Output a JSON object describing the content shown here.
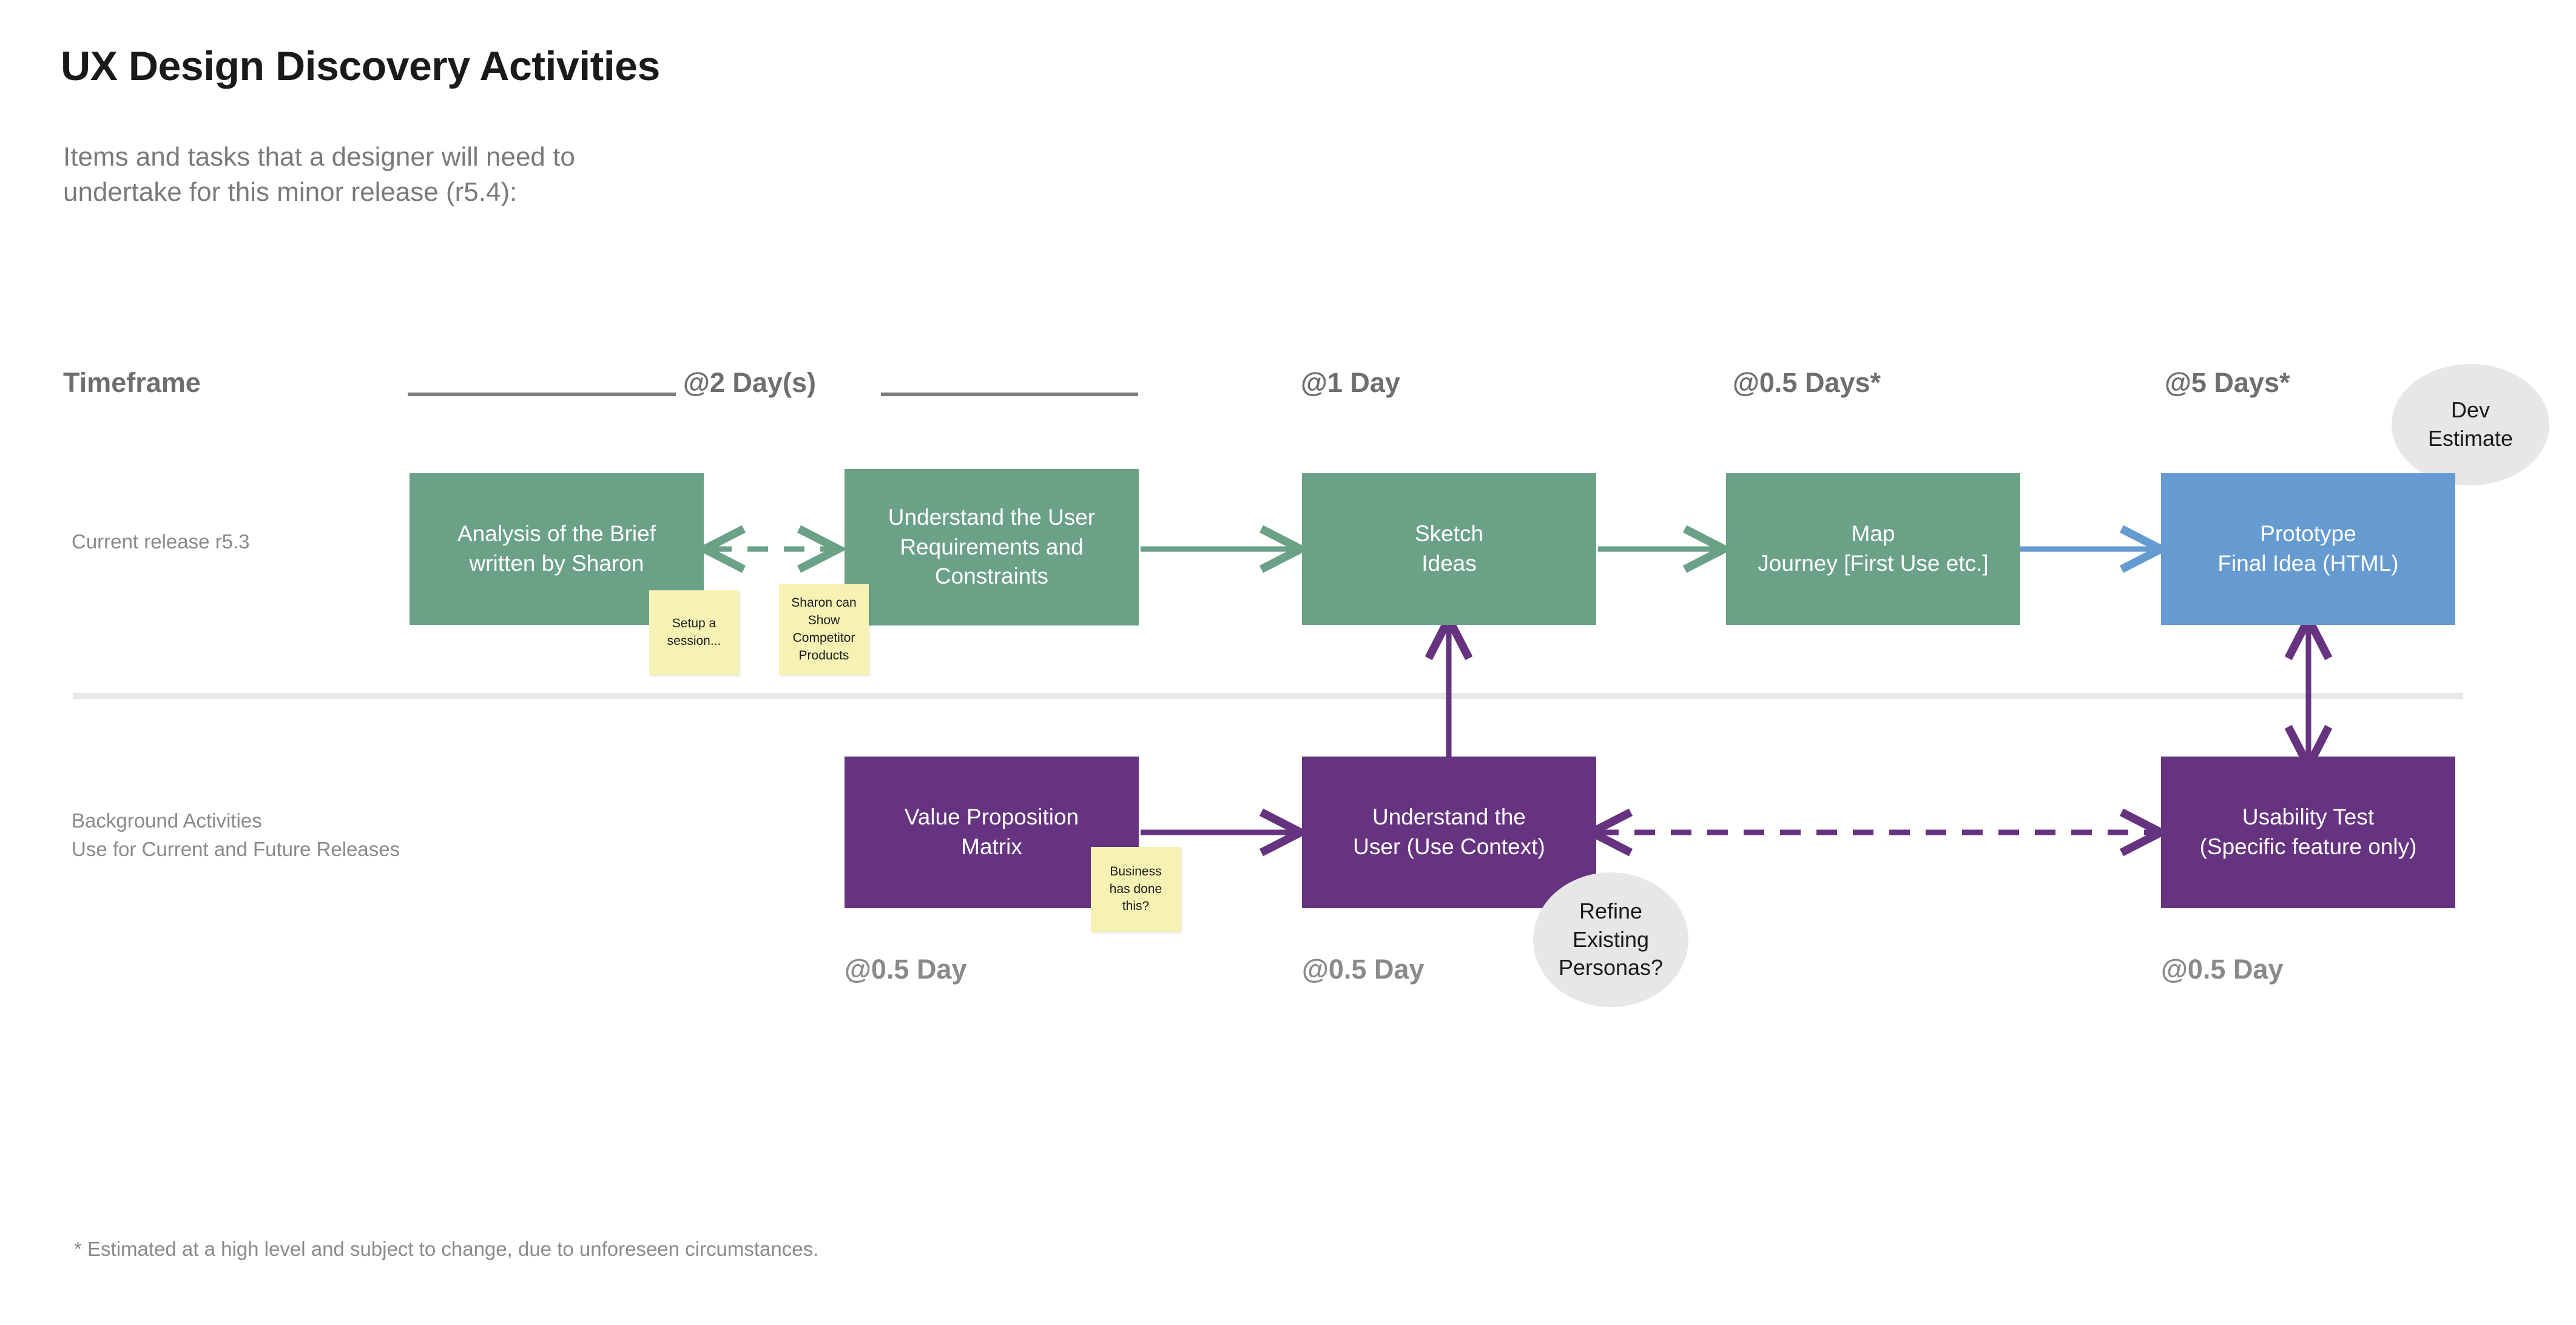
{
  "header": {
    "title": "UX Design Discovery Activities",
    "subtitle": "Items and tasks that a designer will need to\nundertake for this minor release (r5.4):"
  },
  "timeframe": {
    "label": "Timeframe",
    "markers": [
      {
        "text": "@2 Day(s)"
      },
      {
        "text": "@1 Day"
      },
      {
        "text": "@0.5 Days*"
      },
      {
        "text": "@5 Days*"
      }
    ]
  },
  "rows": {
    "current": {
      "label": "Current release r5.3"
    },
    "background": {
      "label": "Background Activities\nUse for Current and Future Releases"
    }
  },
  "boxes": {
    "analysis_brief": {
      "text": "Analysis of the Brief\nwritten by Sharon"
    },
    "understand_reqs": {
      "text": "Understand the User\nRequirements and\nConstraints"
    },
    "sketch_ideas": {
      "text": "Sketch\nIdeas"
    },
    "map_journey": {
      "text": "Map\nJourney [First Use etc.]"
    },
    "prototype": {
      "text": "Prototype\nFinal Idea (HTML)"
    },
    "value_prop_matrix": {
      "text": "Value Proposition\nMatrix"
    },
    "understand_user": {
      "text": "Understand the\nUser (Use Context)"
    },
    "usability_test": {
      "text": "Usability Test\n(Specific feature only)"
    }
  },
  "stickies": {
    "setup_session": {
      "text": "Setup a\nsession..."
    },
    "competitor": {
      "text": "Sharon can\nShow\nCompetitor\nProducts"
    },
    "business_done": {
      "text": "Business\nhas done\nthis?"
    }
  },
  "callouts": {
    "dev_estimate": {
      "text": "Dev\nEstimate"
    },
    "refine_personas": {
      "text": "Refine\nExisting\nPersonas?"
    }
  },
  "durations": [
    {
      "text": "@0.5 Day"
    },
    {
      "text": "@0.5 Day"
    },
    {
      "text": "@0.5 Day"
    }
  ],
  "footnote": "* Estimated at a high level and subject to change, due to unforeseen circumstances.",
  "colors": {
    "green": "#6ba287",
    "blue": "#659bd1",
    "purple": "#663380",
    "sticky": "#f6f2b4",
    "callout": "#e7e7e7",
    "muted_text": "#8a8a8a"
  }
}
